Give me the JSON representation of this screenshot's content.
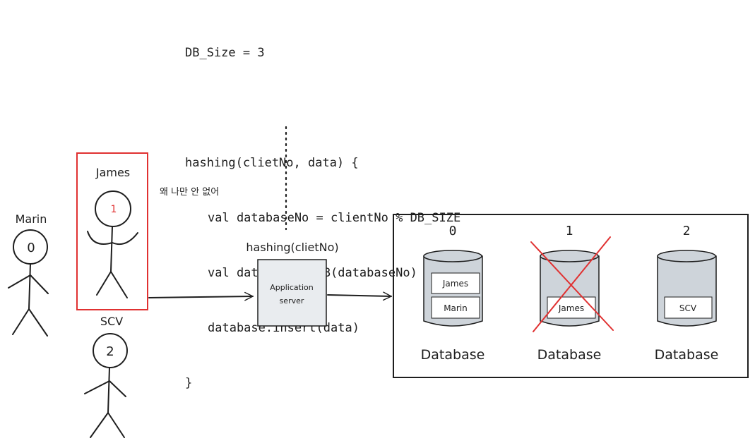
{
  "code": {
    "lines": [
      "DB_Size = 3",
      "",
      "hashing(clietNo, data) {",
      "val databaseNo = clientNo % DB_SIZE",
      "val database = DB(databaseNo)",
      "database.insert(data)",
      "}"
    ]
  },
  "clients": {
    "marin": {
      "name": "Marin",
      "number": "0"
    },
    "james": {
      "name": "James",
      "number": "1",
      "comment": "왜 나만 안 없어"
    },
    "scv": {
      "name": "SCV",
      "number": "2"
    }
  },
  "server": {
    "caption": "hashing(clietNo)",
    "label_line1": "Application",
    "label_line2": "server"
  },
  "databases": [
    {
      "index": "0",
      "label": "Database",
      "records": [
        "James",
        "Marin"
      ],
      "failed": false
    },
    {
      "index": "1",
      "label": "Database",
      "records": [
        "James"
      ],
      "failed": true
    },
    {
      "index": "2",
      "label": "Database",
      "records": [
        "SCV"
      ],
      "failed": false
    }
  ],
  "colors": {
    "stroke": "#1e1e1e",
    "highlight": "#e03131",
    "cylinder_fill": "#ced4da",
    "server_fill": "#e9ecef",
    "record_fill": "#ffffff"
  }
}
